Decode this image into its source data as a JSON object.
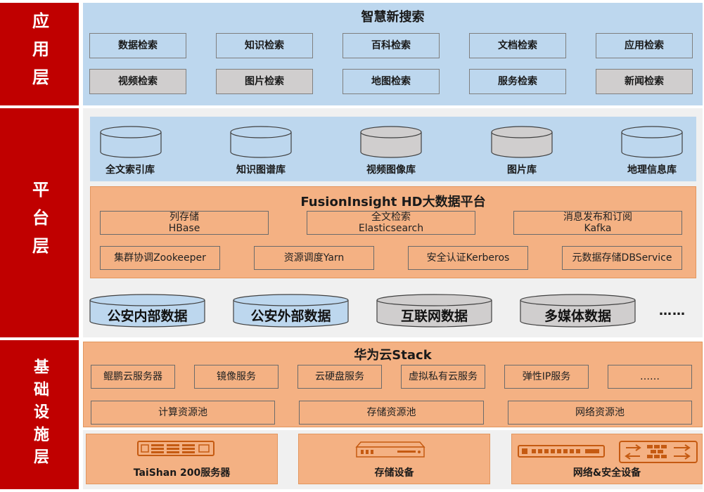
{
  "layers": {
    "application": "应用层",
    "platform": "平台层",
    "infrastructure": "基础设施层"
  },
  "app": {
    "title": "智慧新搜索",
    "row1": [
      "数据检索",
      "知识检索",
      "百科检索",
      "文档检索",
      "应用检索"
    ],
    "row2": [
      "视频检索",
      "图片检索",
      "地图检索",
      "服务检索",
      "新闻检索"
    ]
  },
  "libraries": [
    "全文索引库",
    "知识图谱库",
    "视频图像库",
    "图片库",
    "地理信息库"
  ],
  "fusion": {
    "title": "FusionInsight HD大数据平台",
    "row1": [
      {
        "line1": "列存储",
        "line2": "HBase"
      },
      {
        "line1": "全文检索",
        "line2": "Elasticsearch"
      },
      {
        "line1": "消息发布和订阅",
        "line2": "Kafka"
      }
    ],
    "row2": [
      "集群协调Zookeeper",
      "资源调度Yarn",
      "安全认证Kerberos",
      "元数据存储DBService"
    ]
  },
  "sources": [
    "公安内部数据",
    "公安外部数据",
    "互联网数据",
    "多媒体数据"
  ],
  "sources_more": "……",
  "cloud": {
    "title": "华为云Stack",
    "services": [
      "鲲鹏云服务器",
      "镜像服务",
      "云硬盘服务",
      "虚拟私有云服务",
      "弹性IP服务",
      "……"
    ],
    "pools": [
      "计算资源池",
      "存储资源池",
      "网络资源池"
    ]
  },
  "hardware": [
    "TaiShan 200服务器",
    "存储设备",
    "网络&安全设备"
  ],
  "colors": {
    "layer_red": "#c00000",
    "light_blue": "#bdd7ee",
    "gray": "#d0cece",
    "orange": "#f4b183",
    "hw_icon_orange": "#c55a11"
  }
}
